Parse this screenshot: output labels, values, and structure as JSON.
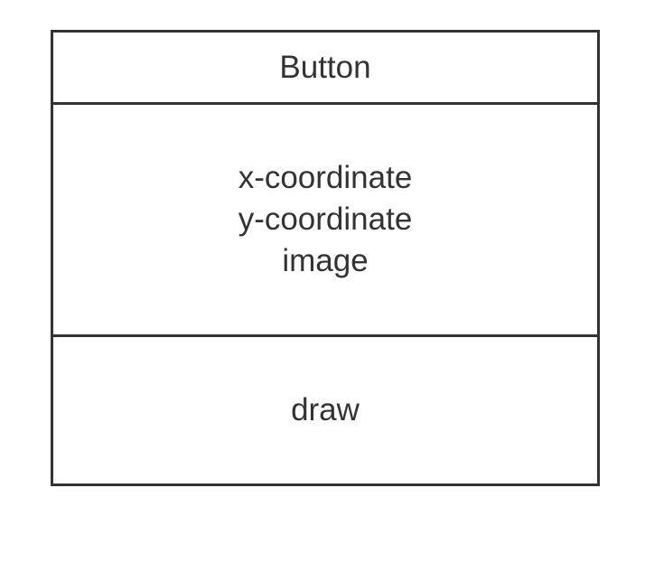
{
  "class_box": {
    "name": "Button",
    "attributes": [
      "x-coordinate",
      "y-coordinate",
      "image"
    ],
    "methods": [
      "draw"
    ]
  },
  "colors": {
    "stroke": "#333333",
    "text": "#333333",
    "background": "#ffffff"
  }
}
